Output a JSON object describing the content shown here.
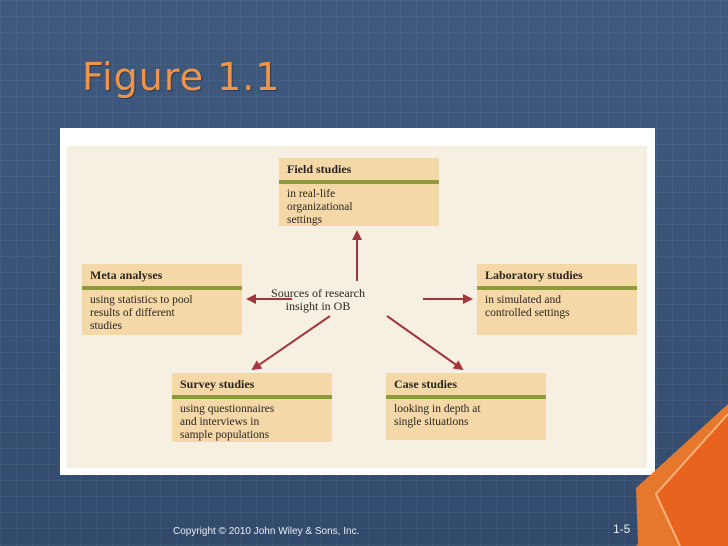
{
  "slide": {
    "title": "Figure 1.1",
    "footer": "Copyright © 2010 John Wiley & Sons, Inc.",
    "page_number": "1-5"
  },
  "diagram": {
    "center": {
      "line1": "Sources of research",
      "line2": "insight in OB"
    },
    "boxes": {
      "field": {
        "title": "Field studies",
        "lines": [
          "in real-life",
          "organizational",
          "settings"
        ]
      },
      "meta": {
        "title": "Meta analyses",
        "lines": [
          "using statistics to pool",
          "results of different",
          "studies"
        ]
      },
      "lab": {
        "title": "Laboratory studies",
        "lines": [
          "in simulated and",
          "controlled settings"
        ]
      },
      "survey": {
        "title": "Survey studies",
        "lines": [
          "using questionnaires",
          "and interviews in",
          "sample populations"
        ]
      },
      "case": {
        "title": "Case studies",
        "lines": [
          "looking in depth at",
          "single situations"
        ]
      }
    }
  },
  "colors": {
    "background": "#3a5478",
    "title": "#f0944a",
    "box_fill": "#f5d8a8",
    "box_rule": "#8c9a3a",
    "arrow": "#a3353d",
    "corner_accent": "#f07a2a"
  }
}
